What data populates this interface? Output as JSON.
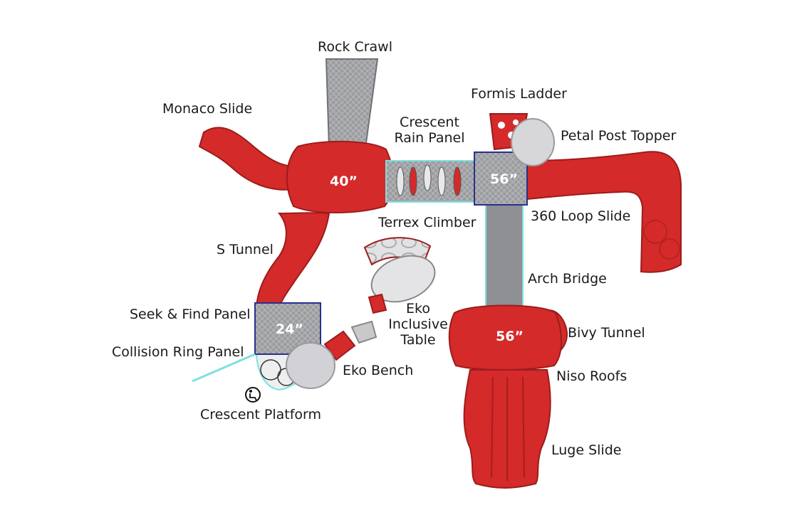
{
  "labels": {
    "rock_crawl": "Rock Crawl",
    "monaco_slide": "Monaco Slide",
    "crescent_rain_panel": "Crescent Rain Panel",
    "formis_ladder": "Formis Ladder",
    "petal_post_topper": "Petal Post Topper",
    "terrex_climber": "Terrex Climber",
    "loop_slide": "360 Loop Slide",
    "s_tunnel": "S Tunnel",
    "arch_bridge": "Arch Bridge",
    "seek_find_panel": "Seek & Find Panel",
    "eko_inclusive_table": "Eko Inclusive Table",
    "bivy_tunnel": "Bivy Tunnel",
    "collision_ring_panel": "Collision Ring Panel",
    "eko_bench": "Eko Bench",
    "niso_roofs": "Niso Roofs",
    "crescent_platform": "Crescent Platform",
    "luge_slide": "Luge Slide"
  },
  "heights": {
    "deck_left": "40”",
    "deck_top_right": "56”",
    "deck_bottom_right": "56”",
    "deck_small": "24”"
  },
  "icons": {
    "accessibility": "wheelchair-accessible-icon"
  },
  "colors": {
    "slide_red": "#d42a2a",
    "deck_gray": "#8e9093",
    "panel_light": "#d9d9dc",
    "accent_cyan": "#7fe0e0"
  }
}
